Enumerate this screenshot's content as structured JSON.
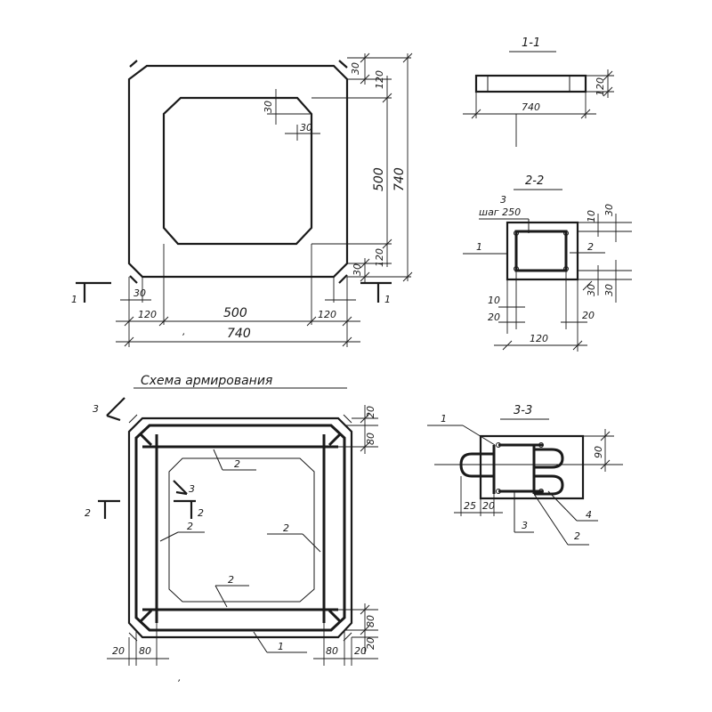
{
  "plan_dims": {
    "top_d1": "30",
    "top_d2": "120",
    "inner_d1": "30",
    "inner_d2": "30",
    "right_500": "500",
    "right_740": "740",
    "bottom_d1": "120",
    "bottom_d2": "30",
    "bottom_left_30": "30",
    "bottom_120_left": "120",
    "bottom_500": "500",
    "bottom_120_right": "120",
    "bottom_740": "740"
  },
  "cut_marks": {
    "plan_left": "1",
    "plan_right": "1",
    "reinf_left": "2",
    "reinf_right": "2",
    "reinf_corner": "3",
    "reinf_inner": "3"
  },
  "section_1_1": {
    "title": "1-1",
    "width_dim": "740",
    "height_dim": "120"
  },
  "section_2_2": {
    "title": "2-2",
    "label_3": "3",
    "step_text": "шаг 250",
    "label_1": "1",
    "label_2": "2",
    "dims_right": [
      "10",
      "30",
      "30",
      "30"
    ],
    "dims_left": [
      "10",
      "20"
    ],
    "dims_bottom": [
      "20",
      "120"
    ]
  },
  "reinforcement": {
    "title": "Схема армирования",
    "labels_2": [
      "2",
      "2",
      "2",
      "2"
    ],
    "label_1": "1",
    "dims_right_top": [
      "20",
      "80"
    ],
    "dims_right_bottom": [
      "80",
      "20"
    ],
    "dims_bottom_left": [
      "20",
      "80"
    ],
    "dims_bottom_right": [
      "80",
      "20"
    ]
  },
  "section_3_3": {
    "title": "3-3",
    "label_1": "1",
    "label_2": "2",
    "label_3": "3",
    "label_4": "4",
    "dim_90": "90",
    "dims_bottom": [
      "25",
      "20"
    ]
  }
}
